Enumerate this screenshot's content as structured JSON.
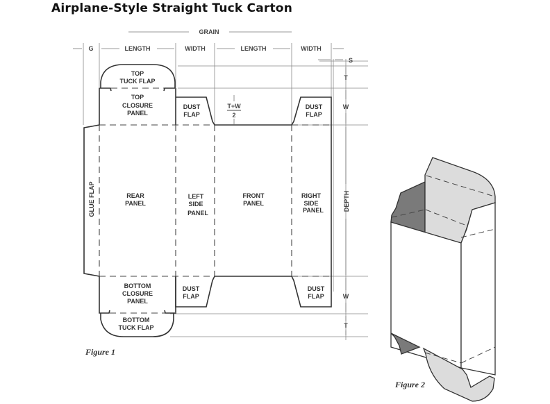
{
  "title": "Airplane-Style Straight Tuck Carton",
  "figure1": {
    "caption": "Figure 1",
    "grain_label": "GRAIN",
    "top_dimensions": [
      "G",
      "LENGTH",
      "WIDTH",
      "LENGTH",
      "WIDTH"
    ],
    "right_dimensions": [
      "S",
      "T",
      "W",
      "DEPTH",
      "W",
      "T"
    ],
    "formula": {
      "numerator": "T+W",
      "denominator": "2"
    },
    "panels": {
      "top_tuck_flap": [
        "TOP",
        "TUCK FLAP"
      ],
      "top_closure_panel": [
        "TOP",
        "CLOSURE",
        "PANEL"
      ],
      "dust_flap_top_left": [
        "DUST",
        "FLAP"
      ],
      "dust_flap_top_right": [
        "DUST",
        "FLAP"
      ],
      "glue_flap": "GLUE FLAP",
      "rear_panel": [
        "REAR",
        "PANEL"
      ],
      "left_side_panel": [
        "LEFT",
        "SIDE",
        "PANEL"
      ],
      "front_panel": [
        "FRONT",
        "PANEL"
      ],
      "right_side_panel": [
        "RIGHT",
        "SIDE",
        "PANEL"
      ],
      "bottom_closure_panel": [
        "BOTTOM",
        "CLOSURE",
        "PANEL"
      ],
      "dust_flap_bottom_left": [
        "DUST",
        "FLAP"
      ],
      "dust_flap_bottom_right": [
        "DUST",
        "FLAP"
      ],
      "bottom_tuck_flap": [
        "BOTTOM",
        "TUCK FLAP"
      ]
    }
  },
  "figure2": {
    "caption": "Figure 2",
    "colors": {
      "light_panel": "#dcdcdc",
      "dark_panel": "#7a7a7a",
      "outline": "#333333"
    }
  }
}
